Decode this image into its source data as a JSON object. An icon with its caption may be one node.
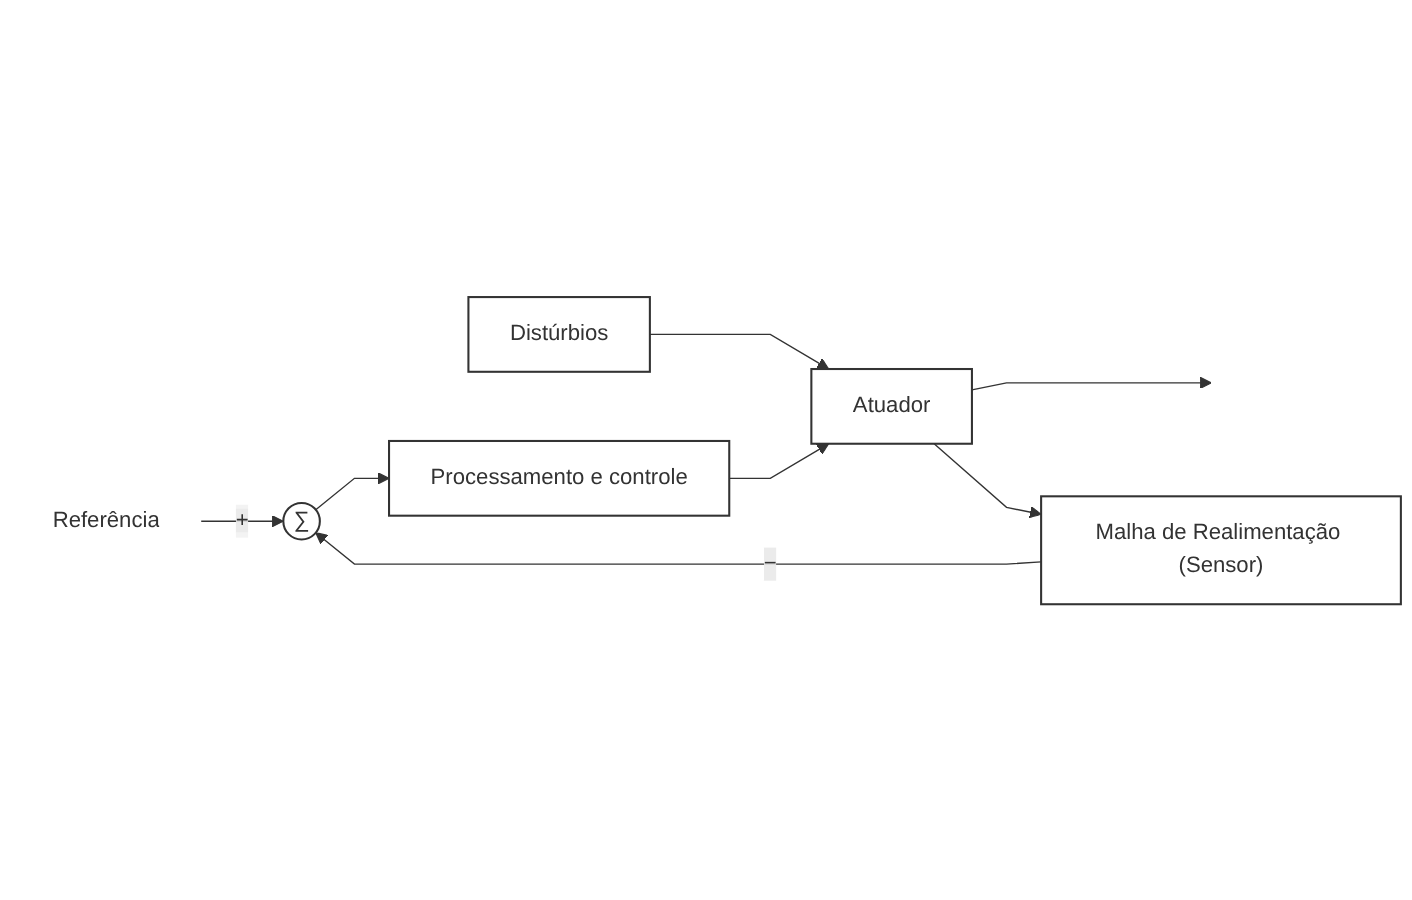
{
  "diagram": {
    "nodes": [
      {
        "text": [
          "Referência"
        ]
      },
      {
        "text": [
          "∑"
        ]
      },
      {
        "text": [
          "Processamento e controle"
        ]
      },
      {
        "text": [
          "Distúrbios"
        ]
      },
      {
        "text": [
          "Atuador"
        ]
      },
      {
        "text": [
          "Malha de Realimentação (Sensor)"
        ]
      }
    ],
    "edges": [
      {
        "from": 0,
        "to": 1,
        "arrow": "to",
        "label": "+"
      },
      {
        "from": 1,
        "to": 2,
        "arrow": "to"
      },
      {
        "from": 3,
        "to": 4,
        "arrow": "to"
      },
      {
        "from": 2,
        "to": 4,
        "arrow": "to"
      },
      {
        "from": 4,
        "to": null,
        "arrow": "to"
      },
      {
        "from": 4,
        "to": 5,
        "arrow": "to"
      },
      {
        "from": 5,
        "to": 1,
        "arrow": "to",
        "label": "−"
      }
    ]
  }
}
